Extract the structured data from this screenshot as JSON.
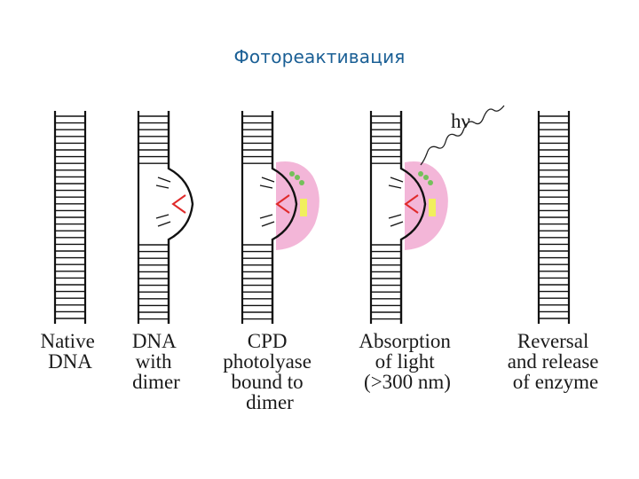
{
  "title": "Фотореактивация",
  "light_label": "hν",
  "stages": [
    {
      "id": "native",
      "caption": [
        "Native",
        "DNA"
      ]
    },
    {
      "id": "dimer",
      "caption": [
        "DNA",
        "with",
        "dimer"
      ]
    },
    {
      "id": "bound",
      "caption": [
        "CPD",
        "photolyase",
        "bound to",
        "dimer"
      ]
    },
    {
      "id": "absorb",
      "caption": [
        "Absorption",
        "of light",
        "(>300 nm)"
      ]
    },
    {
      "id": "release",
      "caption": [
        "Reversal",
        "and release",
        "of enzyme"
      ]
    }
  ],
  "colors": {
    "title": "#1a5f95",
    "strand": "#111111",
    "dimer": "#e02a2a",
    "enzyme": "#f3b6d8",
    "enzyme_green": "#74c05a",
    "enzyme_yellow": "#f1ef5c"
  }
}
